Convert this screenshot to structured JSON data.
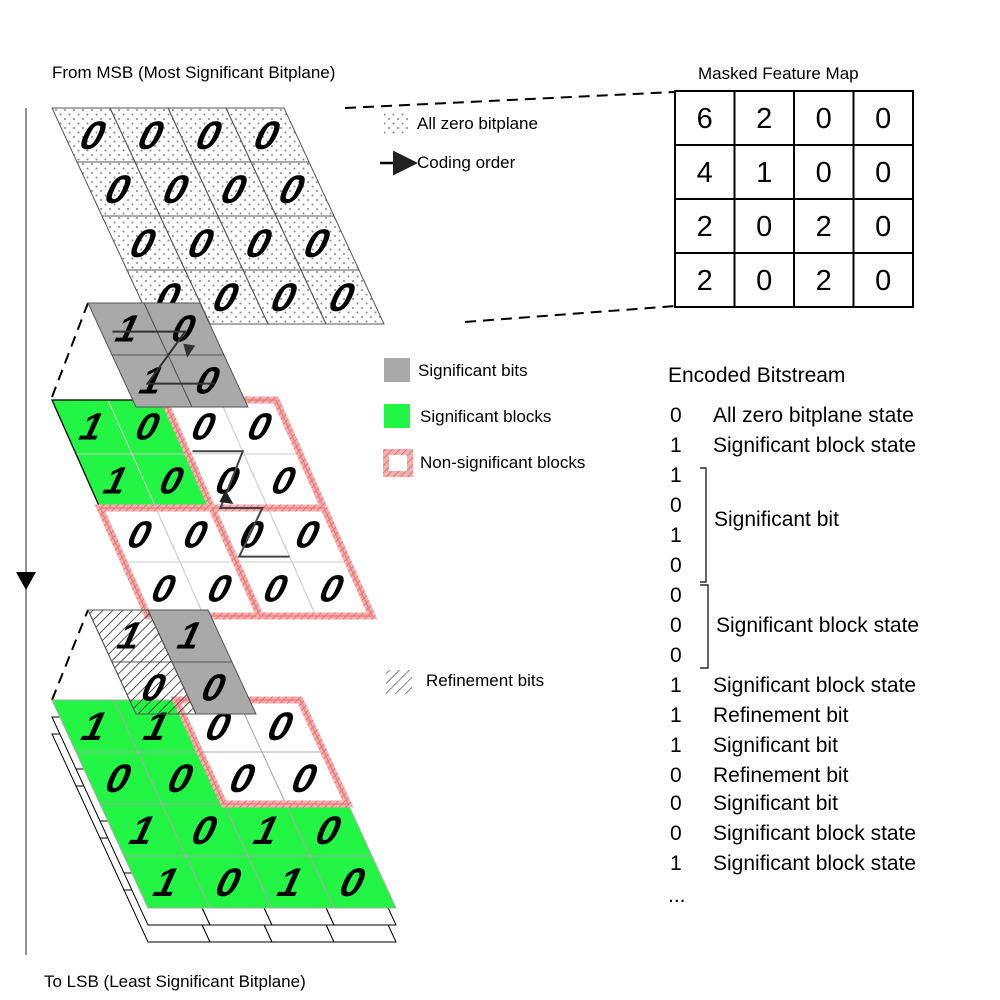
{
  "top_label": "From MSB (Most Significant Bitplane)",
  "bottom_label": "To LSB (Least Significant Bitplane)",
  "feature_map": {
    "title": "Masked Feature Map",
    "rows": [
      [
        "6",
        "2",
        "0",
        "0"
      ],
      [
        "4",
        "1",
        "0",
        "0"
      ],
      [
        "2",
        "0",
        "2",
        "0"
      ],
      [
        "2",
        "0",
        "2",
        "0"
      ]
    ]
  },
  "legend": {
    "all_zero": "All zero bitplane",
    "coding_order": "Coding order",
    "significant_bits": "Significant bits",
    "significant_blocks": "Significant blocks",
    "non_significant_blocks": "Non-significant blocks",
    "refinement_bits": "Refinement bits"
  },
  "planes": {
    "top": [
      [
        "0",
        "0",
        "0",
        "0"
      ],
      [
        "0",
        "0",
        "0",
        "0"
      ],
      [
        "0",
        "0",
        "0",
        "0"
      ],
      [
        "0",
        "0",
        "0",
        "0"
      ]
    ],
    "mid_expanded": [
      [
        "1",
        "0"
      ],
      [
        "1",
        "0"
      ]
    ],
    "mid": [
      [
        "1",
        "0",
        "0",
        "0"
      ],
      [
        "1",
        "0",
        "0",
        "0"
      ],
      [
        "0",
        "0",
        "0",
        "0"
      ],
      [
        "0",
        "0",
        "0",
        "0"
      ]
    ],
    "low_expanded": [
      [
        "1",
        "1"
      ],
      [
        "0",
        "0"
      ]
    ],
    "low": [
      [
        "1",
        "1",
        "0",
        "0"
      ],
      [
        "0",
        "0",
        "0",
        "0"
      ],
      [
        "1",
        "0",
        "1",
        "0"
      ],
      [
        "1",
        "0",
        "1",
        "0"
      ]
    ]
  },
  "bitstream": {
    "title": "Encoded Bitstream",
    "entries": [
      {
        "bit": "0",
        "label": "All zero bitplane state"
      },
      {
        "bit": "1",
        "label": "Significant block state"
      },
      {
        "bit": "1",
        "label": ""
      },
      {
        "bit": "0",
        "label": ""
      },
      {
        "bit": "1",
        "label": ""
      },
      {
        "bit": "0",
        "label": ""
      },
      {
        "bit": "0",
        "label": ""
      },
      {
        "bit": "0",
        "label": ""
      },
      {
        "bit": "0",
        "label": ""
      },
      {
        "bit": "1",
        "label": "Significant block state"
      },
      {
        "bit": "1",
        "label": "Refinement bit"
      },
      {
        "bit": "1",
        "label": "Significant bit"
      },
      {
        "bit": "0",
        "label": "Refinement bit"
      },
      {
        "bit": "0",
        "label": "Significant bit"
      },
      {
        "bit": "0",
        "label": "Significant block state"
      },
      {
        "bit": "1",
        "label": "Significant block state"
      }
    ],
    "group_significant_bit": "Significant bit",
    "group_significant_block": "Significant block state",
    "ellipsis": "..."
  },
  "colors": {
    "green": "#22f543",
    "gray": "#a9a9a9",
    "red": "#ee7777"
  }
}
